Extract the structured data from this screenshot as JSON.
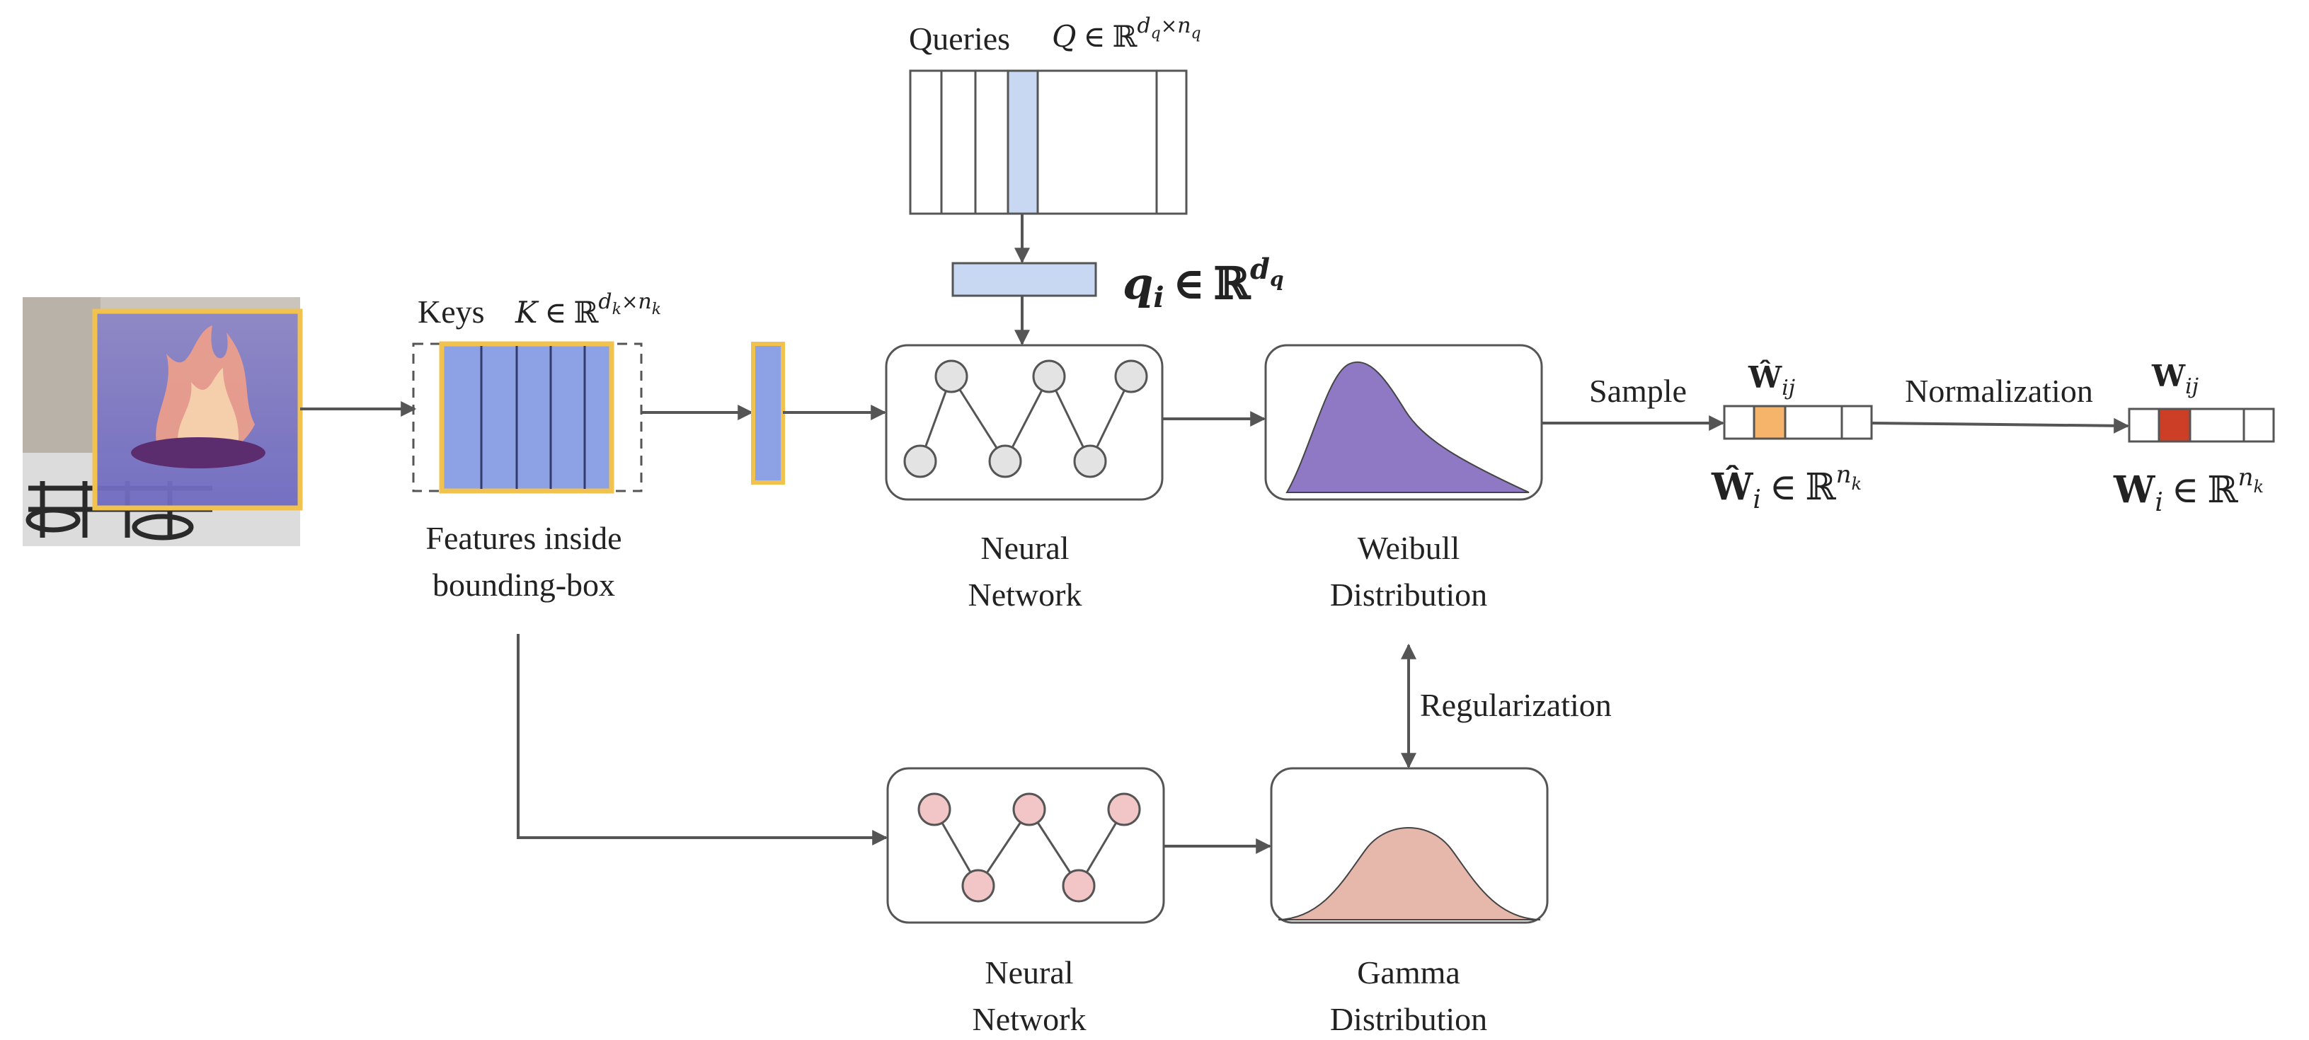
{
  "queries": {
    "label": "Queries",
    "Q": "Q",
    "in": "∈",
    "R": "ℝ",
    "sup_d": "d",
    "sup_d_sub": "q",
    "sup_x": "×",
    "sup_n": "n",
    "sup_n_sub": "q"
  },
  "query_vec": {
    "q": "q",
    "q_sub": "i",
    "in": "∈",
    "R": "ℝ",
    "sup_d": "d",
    "sup_d_sub": "q"
  },
  "keys": {
    "label": "Keys",
    "K": "K",
    "in": "∈",
    "R": "ℝ",
    "sup_d": "d",
    "sup_d_sub": "k",
    "sup_x": "×",
    "sup_n": "n",
    "sup_n_sub": "k"
  },
  "features": {
    "line1": "Features inside",
    "line2": "bounding-box"
  },
  "nn_top": {
    "line1": "Neural",
    "line2": "Network"
  },
  "nn_bottom": {
    "line1": "Neural",
    "line2": "Network"
  },
  "weibull": {
    "line1": "Weibull",
    "line2": "Distribution"
  },
  "gamma": {
    "line1": "Gamma",
    "line2": "Distribution"
  },
  "edges": {
    "sample": "Sample",
    "normalization": "Normalization",
    "regularization": "Regularization"
  },
  "w_hat": {
    "top_W": "Ŵ",
    "top_sub": "ij",
    "bottom_W": "Ŵ",
    "bottom_sub": "i",
    "in": "∈",
    "R": "ℝ",
    "sup_n": "n",
    "sup_n_sub": "k"
  },
  "w": {
    "top_W": "W",
    "top_sub": "ij",
    "bottom_W": "W",
    "bottom_sub": "i",
    "in": "∈",
    "R": "ℝ",
    "sup_n": "n",
    "sup_n_sub": "k"
  },
  "colors": {
    "query_fill": "#c8d7f2",
    "key_fill": "#8da1e5",
    "key_border": "#f2c24e",
    "weibull_fill": "#8f78c4",
    "gamma_fill": "#e6b7ab",
    "node_gray": "#e3e3e3",
    "node_pink": "#f2c6c6",
    "w_hat_cell": "#f5b46a",
    "w_cell": "#cc3e26",
    "stroke": "#555555"
  }
}
